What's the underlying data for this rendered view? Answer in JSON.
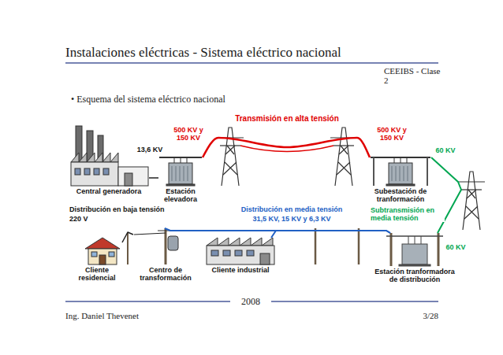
{
  "diagram": {
    "title": "Instalaciones eléctricas - Sistema eléctrico nacional",
    "nodes": [
      {
        "text": [
          "Central generadora"
        ]
      },
      {
        "text": [
          "Estación elevadora"
        ]
      },
      {
        "text": [
          "Subestación de tranformación"
        ]
      },
      {
        "text": [
          "Cliente residencial"
        ]
      },
      {
        "text": [
          "Centro de transformación"
        ]
      },
      {
        "text": [
          "Cliente industrial"
        ]
      },
      {
        "text": [
          "Estación tranformadora de distribución"
        ]
      }
    ],
    "edges": [
      {
        "from": 0,
        "to": 1,
        "arrow": "none"
      },
      {
        "from": 1,
        "to": 2,
        "label": "Transmisión en alta tensión",
        "arrow": "none"
      },
      {
        "from": 2,
        "to": 6,
        "label": "Subtransmisión en media tensión",
        "arrow": "none"
      },
      {
        "from": 6,
        "to": 5,
        "arrow": "none"
      },
      {
        "from": 6,
        "to": 4,
        "label": "Distribución en media tensión",
        "arrow": "none"
      },
      {
        "from": 4,
        "to": 3,
        "label": "Distribución en baja tensión",
        "arrow": "none"
      }
    ],
    "labels": [
      "CEEIBS - Clase 2",
      "• Esquema del sistema eléctrico nacional",
      "13,6 KV",
      "500 KV y 150 KV",
      "500 KV y 150 KV",
      "60 KV",
      "60 KV",
      "31,5 KV, 15 KV y 6,3 KV",
      "220 V",
      "2008",
      "Ing. Daniel Thevenet",
      "3/28"
    ]
  }
}
